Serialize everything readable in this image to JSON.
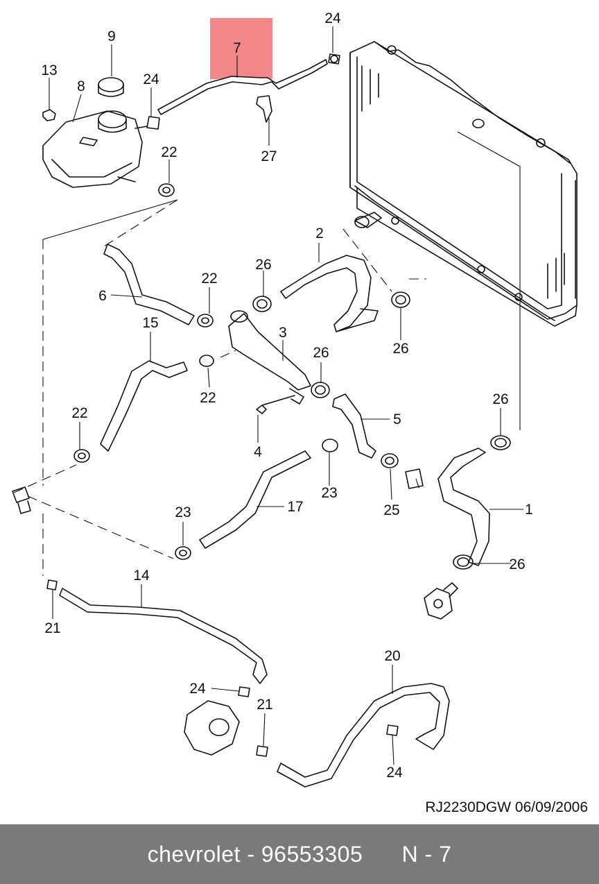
{
  "diagram": {
    "highlight_color": "#f4878a",
    "highlighted_callout": "7",
    "callouts": {
      "c1": "1",
      "c2": "2",
      "c3": "3",
      "c4": "4",
      "c5": "5",
      "c6": "6",
      "c7": "7",
      "c8": "8",
      "c9": "9",
      "c13": "13",
      "c14": "14",
      "c15": "15",
      "c17": "17",
      "c20": "20",
      "c21a": "21",
      "c21b": "21",
      "c22a": "22",
      "c22b": "22",
      "c22c": "22",
      "c22d": "22",
      "c23a": "23",
      "c23b": "23",
      "c24a": "24",
      "c24b": "24",
      "c24c": "24",
      "c24d": "24",
      "c25": "25",
      "c26a": "26",
      "c26b": "26",
      "c26c": "26",
      "c26d": "26",
      "c26e": "26",
      "c27": "27"
    },
    "drawing_code": "RJ2230DGW  06/09/2006"
  },
  "footer": {
    "brand": "chevrolet",
    "separator": " - ",
    "part_number": "96553305",
    "position_label": "N - 7"
  }
}
